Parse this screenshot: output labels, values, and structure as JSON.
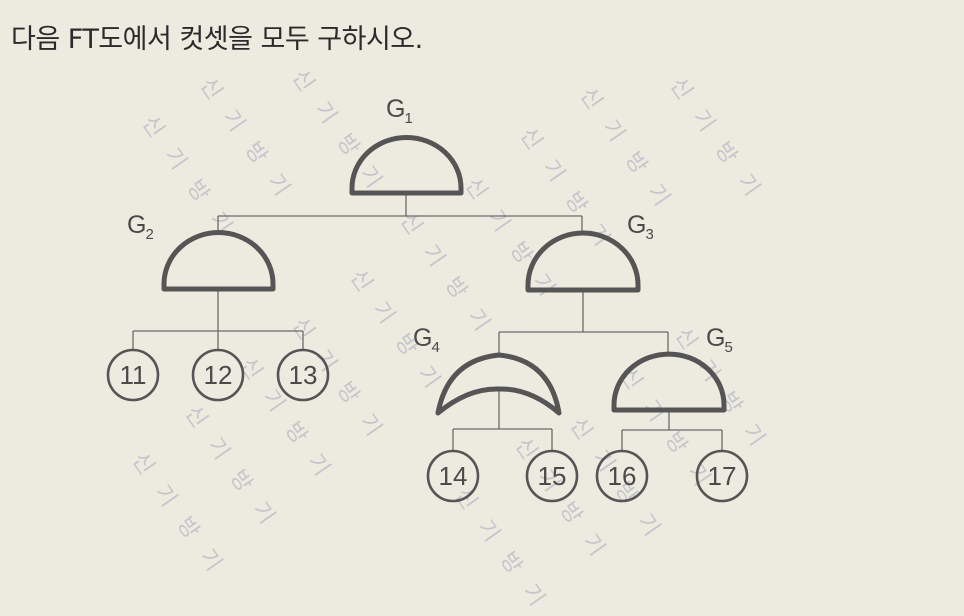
{
  "question": {
    "text": "다음 FT도에서 컷셋을 모두 구하시오."
  },
  "watermark": {
    "text": "신 기 방 기"
  },
  "colors": {
    "background": "#edebe0",
    "gate_stroke": "#555555",
    "line": "#6a6a6a",
    "text": "#2b2b2b",
    "watermark": "#c4c6cc"
  },
  "fault_tree": {
    "gates": [
      {
        "id": "G1",
        "name": "G",
        "sub": "1",
        "type": "AND",
        "children": [
          "G2",
          "G3"
        ]
      },
      {
        "id": "G2",
        "name": "G",
        "sub": "2",
        "type": "AND",
        "children": [
          "11",
          "12",
          "13"
        ]
      },
      {
        "id": "G3",
        "name": "G",
        "sub": "3",
        "type": "AND",
        "children": [
          "G4",
          "G5"
        ]
      },
      {
        "id": "G4",
        "name": "G",
        "sub": "4",
        "type": "OR",
        "children": [
          "14",
          "15"
        ]
      },
      {
        "id": "G5",
        "name": "G",
        "sub": "5",
        "type": "AND",
        "children": [
          "16",
          "17"
        ]
      }
    ],
    "basic_events": [
      "11",
      "12",
      "13",
      "14",
      "15",
      "16",
      "17"
    ]
  }
}
